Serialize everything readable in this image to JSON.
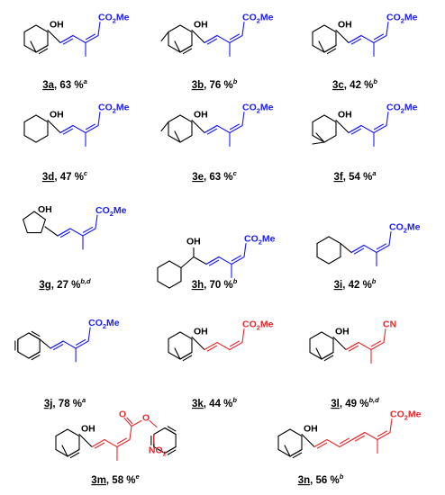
{
  "colors": {
    "bond": "#000000",
    "blue": "#1a1aff",
    "red": "#e8262a"
  },
  "compounds": [
    {
      "id": "3a",
      "yield": "63 %",
      "note": "a"
    },
    {
      "id": "3b",
      "yield": "76 %",
      "note": "b"
    },
    {
      "id": "3c",
      "yield": "42 %",
      "note": "b"
    },
    {
      "id": "3d",
      "yield": "47 %",
      "note": "c"
    },
    {
      "id": "3e",
      "yield": "63 %",
      "note": "c"
    },
    {
      "id": "3f",
      "yield": "54 %",
      "note": "a"
    },
    {
      "id": "3g",
      "yield": "27 %",
      "note": "b,d"
    },
    {
      "id": "3h",
      "yield": "70 %",
      "note": "b"
    },
    {
      "id": "3i",
      "yield": "42 %",
      "note": "b"
    },
    {
      "id": "3j",
      "yield": "78 %",
      "note": "a"
    },
    {
      "id": "3k",
      "yield": "44 %",
      "note": "b"
    },
    {
      "id": "3l",
      "yield": "49 %",
      "note": "b,d"
    },
    {
      "id": "3m",
      "yield": "58 %",
      "note": "e"
    },
    {
      "id": "3n",
      "yield": "56 %",
      "note": "b"
    }
  ],
  "labels": {
    "hydroxyl": "OH",
    "ester_co2": "CO",
    "ester_sub": "2",
    "ester_me": "Me",
    "nitrile": "CN",
    "carbonyl_o": "O",
    "ether_o": "O",
    "nitro_no": "NO",
    "nitro_sub": "2"
  }
}
